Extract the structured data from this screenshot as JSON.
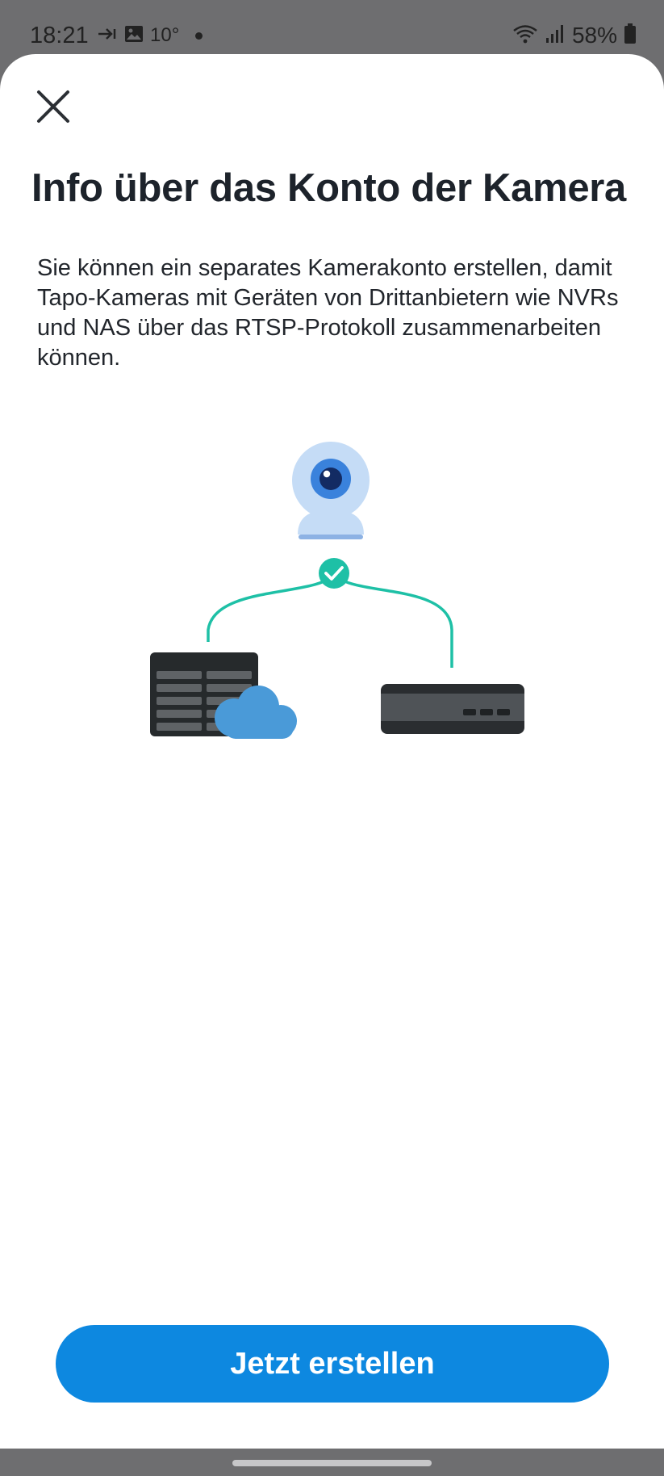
{
  "status_bar": {
    "time": "18:21",
    "temperature": "10°",
    "battery": "58%",
    "icons": [
      "call-forward-icon",
      "image-icon",
      "wifi-icon",
      "signal-icon",
      "battery-icon"
    ]
  },
  "sheet": {
    "close_icon": "close-icon",
    "title": "Info über das Konto der Kamera",
    "description": "Sie können ein separates Kamerakonto erstellen, damit Tapo-Kameras mit Geräten von Drittanbietern wie NVRs und NAS über das RTSP-Protokoll zusammenarbeiten können.",
    "illustration_icons": [
      "camera-icon",
      "check-icon",
      "nas-icon",
      "cloud-icon",
      "nvr-icon"
    ],
    "button_label": "Jetzt erstellen"
  },
  "colors": {
    "primary": "#0d88e0",
    "connector": "#1ec0a6",
    "title_text": "#1d232b",
    "status_bar_bg": "#6e6e70",
    "camera_light": "#c5dcf6",
    "camera_lens": "#3a82dc",
    "cloud": "#4a9ad8",
    "device_dark": "#2a2d30"
  }
}
